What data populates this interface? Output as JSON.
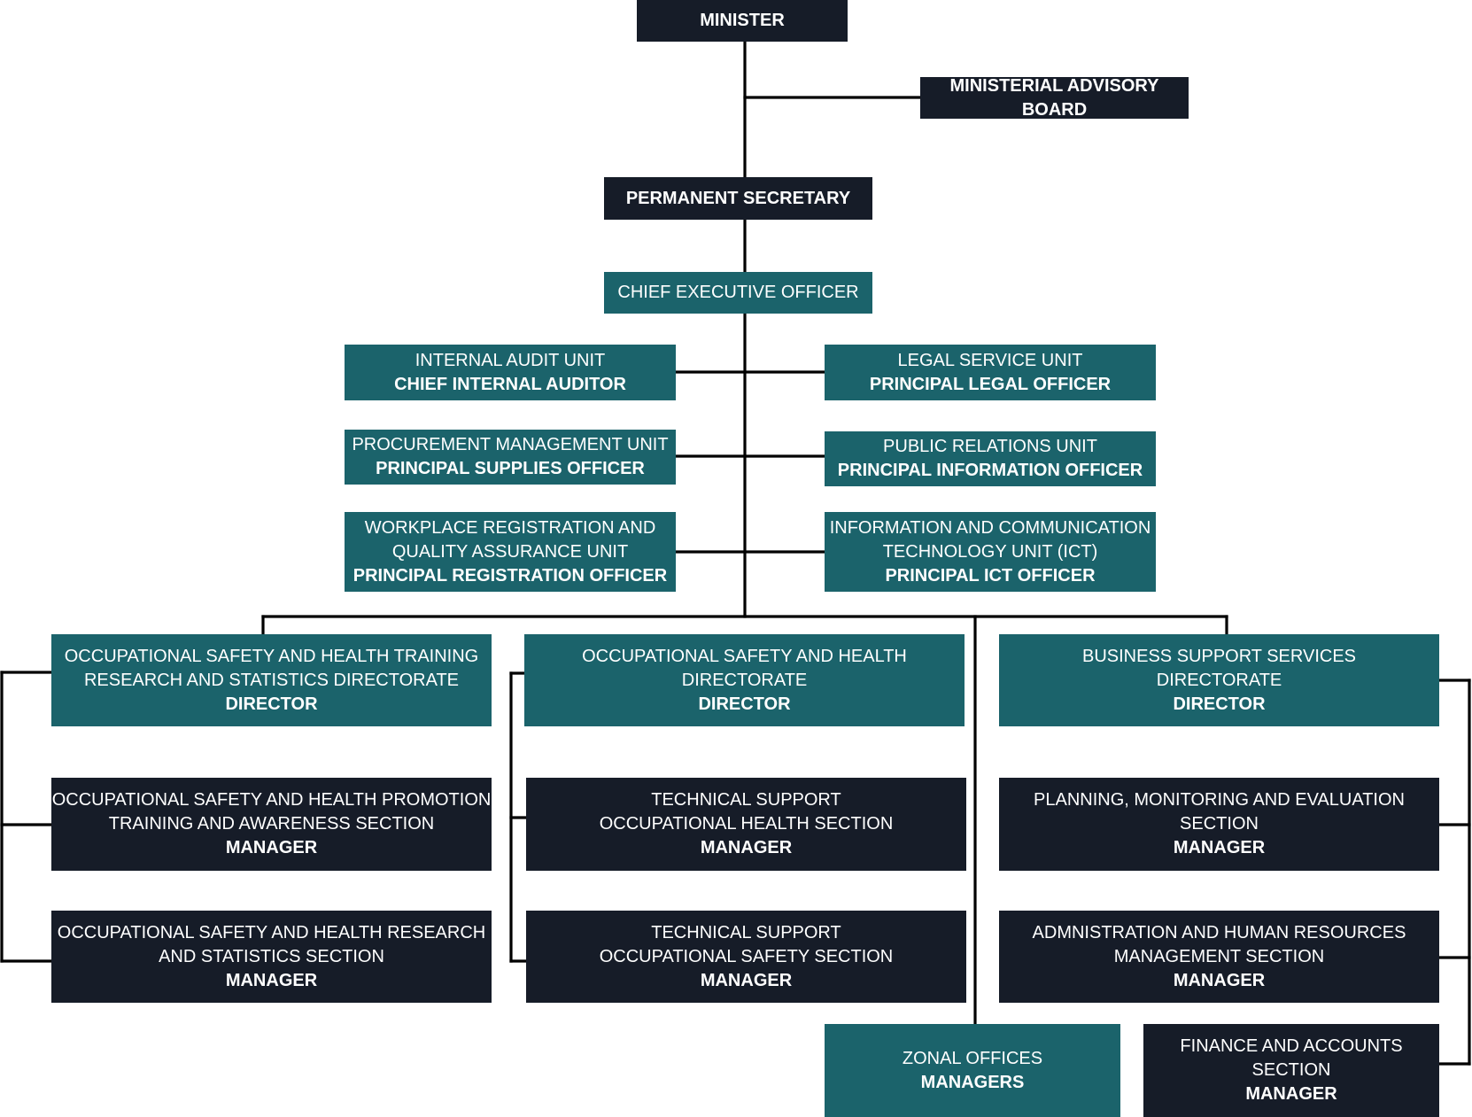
{
  "colors": {
    "dark": "#161c28",
    "teal": "#1b636b",
    "line": "#000000"
  },
  "minister": {
    "title": "MINISTER"
  },
  "advisory": {
    "title": "MINISTERIAL ADVISORY BOARD"
  },
  "ps": {
    "title": "PERMANENT SECRETARY"
  },
  "ceo": {
    "title": "CHIEF EXECUTIVE OFFICER"
  },
  "units": {
    "internal_audit": {
      "title": "INTERNAL AUDIT UNIT",
      "role": "CHIEF INTERNAL AUDITOR"
    },
    "legal": {
      "title": "LEGAL SERVICE UNIT",
      "role": "PRINCIPAL LEGAL OFFICER"
    },
    "procurement": {
      "title": "PROCUREMENT MANAGEMENT UNIT",
      "role": "PRINCIPAL SUPPLIES OFFICER"
    },
    "public_relations": {
      "title": "PUBLIC RELATIONS UNIT",
      "role": "PRINCIPAL INFORMATION OFFICER"
    },
    "workplace": {
      "title": "WORKPLACE REGISTRATION AND\nQUALITY ASSURANCE UNIT",
      "role": "PRINCIPAL REGISTRATION OFFICER"
    },
    "ict": {
      "title": "INFORMATION AND COMMUNICATION\nTECHNOLOGY UNIT (ICT)",
      "role": "PRINCIPAL ICT OFFICER"
    }
  },
  "directorates": {
    "training": {
      "title": "OCCUPATIONAL SAFETY AND HEALTH TRAINING\nRESEARCH AND STATISTICS DIRECTORATE",
      "role": "DIRECTOR"
    },
    "osh": {
      "title": "OCCUPATIONAL SAFETY AND HEALTH\nDIRECTORATE",
      "role": "DIRECTOR"
    },
    "business": {
      "title": "BUSINESS SUPPORT SERVICES\nDIRECTORATE",
      "role": "DIRECTOR"
    }
  },
  "sections": {
    "promotion": {
      "title": "OCCUPATIONAL SAFETY AND HEALTH PROMOTION\nTRAINING AND AWARENESS SECTION",
      "role": "MANAGER"
    },
    "research": {
      "title": "OCCUPATIONAL SAFETY AND HEALTH RESEARCH\nAND STATISTICS SECTION",
      "role": "MANAGER"
    },
    "occ_health": {
      "title": "TECHNICAL SUPPORT\nOCCUPATIONAL HEALTH SECTION",
      "role": "MANAGER"
    },
    "occ_safety": {
      "title": "TECHNICAL SUPPORT\nOCCUPATIONAL SAFETY SECTION",
      "role": "MANAGER"
    },
    "planning": {
      "title": "PLANNING, MONITORING AND EVALUATION\nSECTION",
      "role": "MANAGER"
    },
    "admin_hr": {
      "title": "ADMNISTRATION AND HUMAN RESOURCES\nMANAGEMENT SECTION",
      "role": "MANAGER"
    },
    "zonal": {
      "title": "ZONAL OFFICES",
      "role": "MANAGERS"
    },
    "finance": {
      "title": "FINANCE AND ACCOUNTS SECTION",
      "role": "MANAGER"
    }
  }
}
